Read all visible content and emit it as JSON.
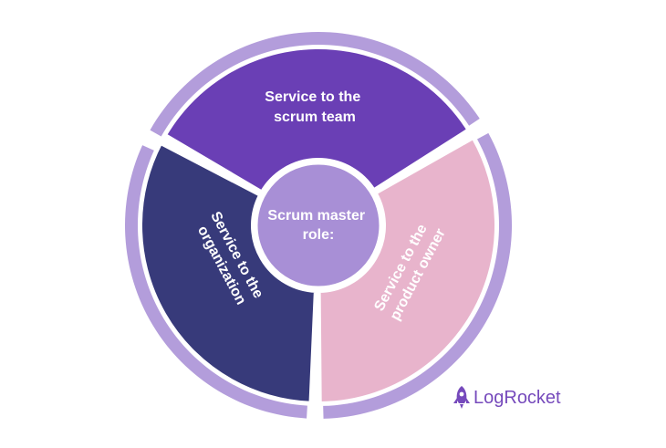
{
  "diagram": {
    "center": {
      "label_line1": "Scrum master",
      "label_line2": "role:"
    },
    "segments": [
      {
        "id": "scrum-team",
        "label_line1": "Service to the",
        "label_line2": "scrum team",
        "color": "#6a3fb5"
      },
      {
        "id": "product-owner",
        "label_line1": "Service to the",
        "label_line2": "product owner",
        "color": "#e8b4cc"
      },
      {
        "id": "organization",
        "label_line1": "Service to the",
        "label_line2": "organization",
        "color": "#373a7a"
      }
    ],
    "colors": {
      "outer_ring": "#b39ddb",
      "center_circle": "#a88fd6",
      "separator": "#ffffff"
    }
  },
  "brand": {
    "name": "LogRocket",
    "icon": "rocket-icon",
    "color": "#764abc"
  }
}
